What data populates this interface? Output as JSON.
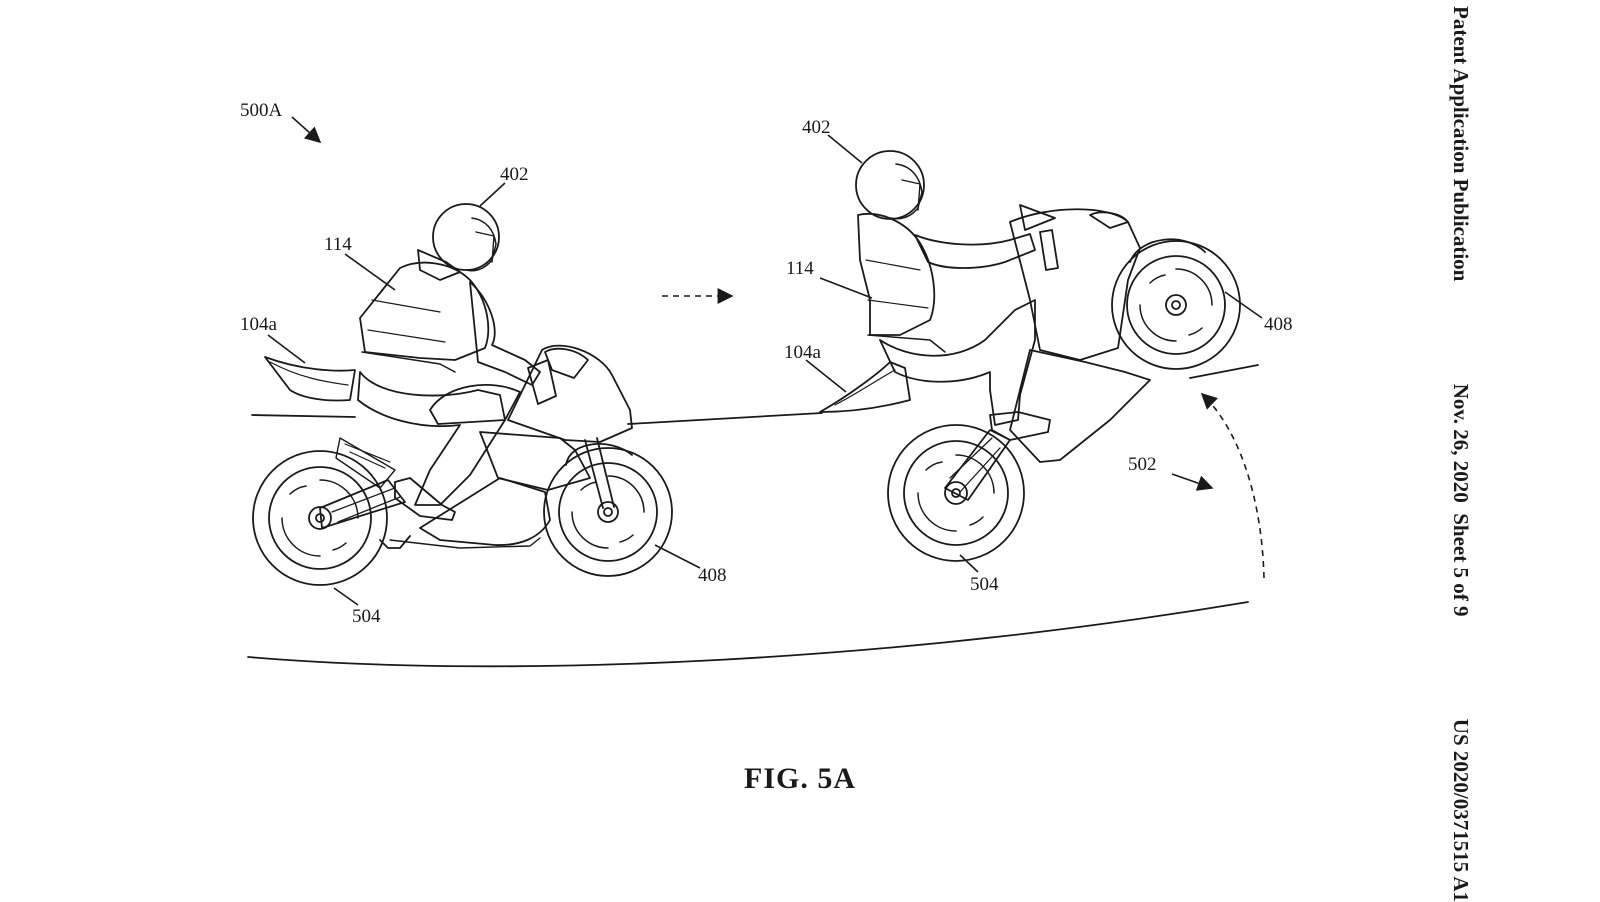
{
  "header": {
    "publication": "Patent Application Publication",
    "date_sheet": "Nov. 26, 2020  Sheet 5 of 9",
    "number": "US 2020/0371515 A1"
  },
  "figure": {
    "caption": "FIG. 5A",
    "labels": {
      "overall": "500A",
      "rider_left": "402",
      "vest_left": "114",
      "seat_left": "104a",
      "rear_wheel_left": "504",
      "front_wheel_left": "408",
      "rider_right": "402",
      "vest_right": "114",
      "seat_right": "104a",
      "front_wheel_right": "408",
      "rear_wheel_right": "504",
      "motion": "502"
    }
  }
}
